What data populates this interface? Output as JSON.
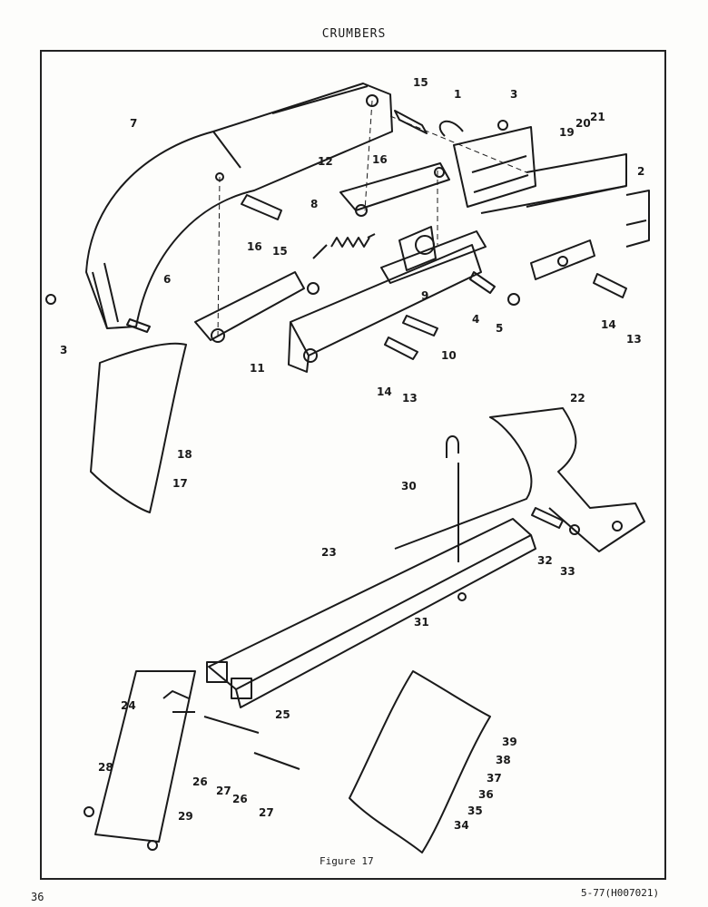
{
  "header": {
    "title": "CRUMBERS"
  },
  "caption": "Figure 17",
  "footer": {
    "page_number": "36",
    "code": "5-77(H007021)"
  },
  "callouts": [
    "1",
    "2",
    "3",
    "3",
    "4",
    "5",
    "6",
    "7",
    "8",
    "9",
    "10",
    "11",
    "12",
    "13",
    "13",
    "14",
    "14",
    "15",
    "15",
    "16",
    "16",
    "17",
    "18",
    "19",
    "20",
    "21",
    "22",
    "23",
    "24",
    "25",
    "26",
    "26",
    "27",
    "27",
    "28",
    "29",
    "30",
    "31",
    "32",
    "33",
    "34",
    "35",
    "36",
    "37",
    "38",
    "39"
  ]
}
